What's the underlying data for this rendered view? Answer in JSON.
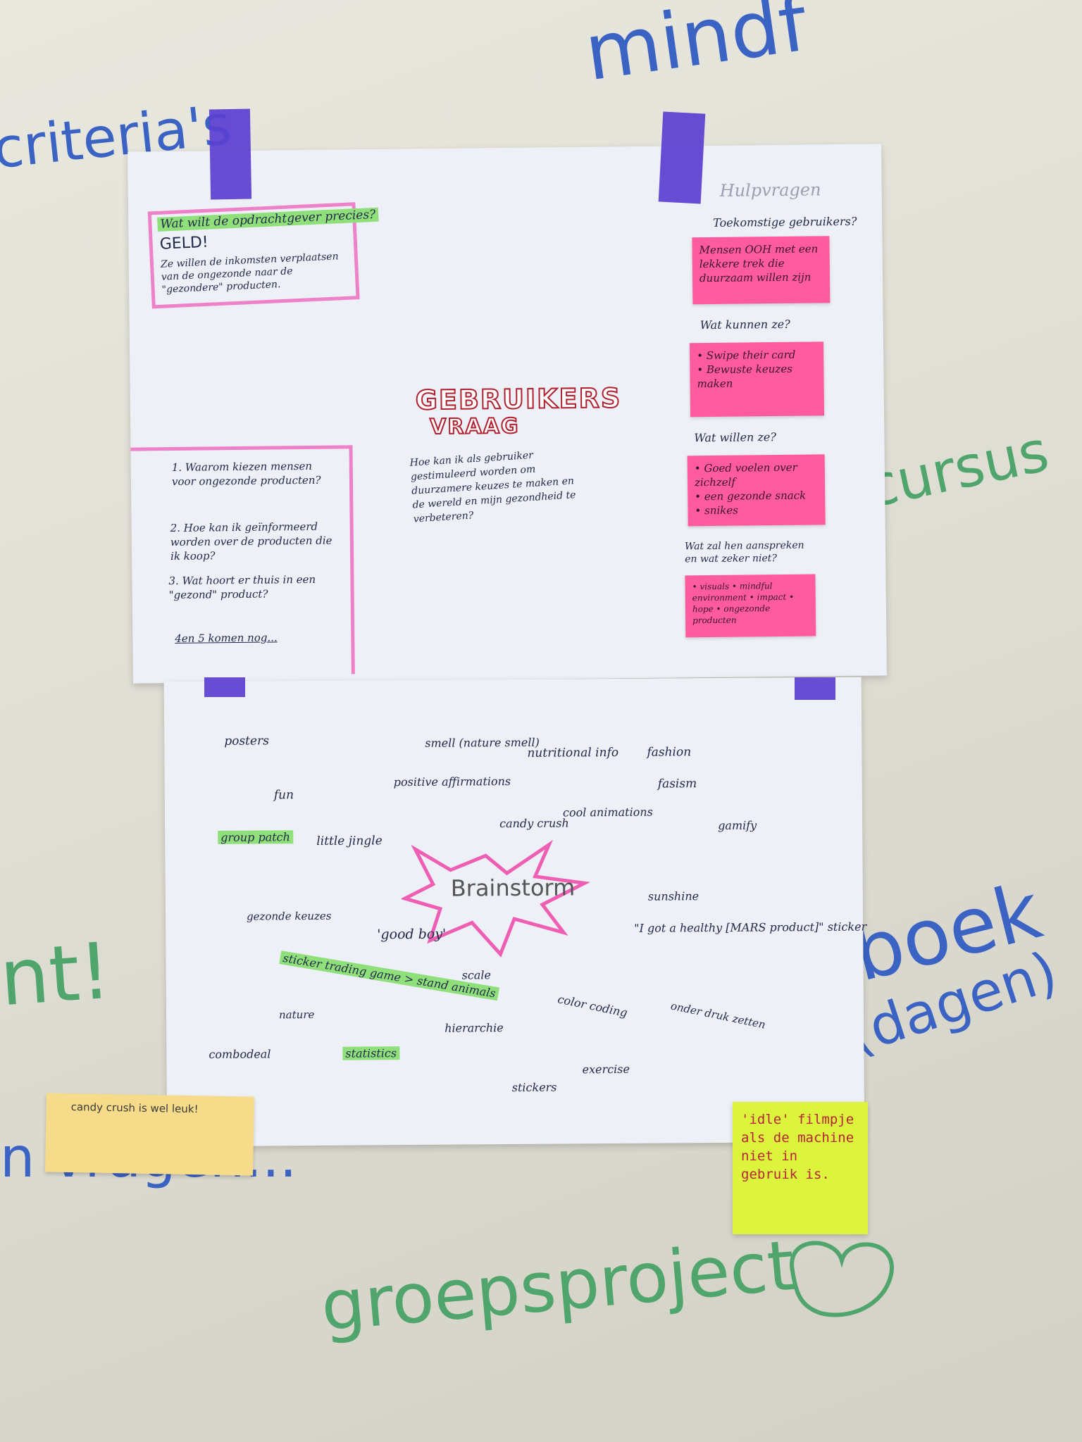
{
  "board": {
    "top_word": "mindf",
    "left_criteria": "criteria's",
    "right_word": "cursus",
    "bottom_left": "n vragen...",
    "left_exclaim": "nt!",
    "right_book": "boek",
    "right_dagen": "(dagen)",
    "bottom_project": "groepsproject"
  },
  "poster_top": {
    "client_box": {
      "question": "Wat wilt de opdrachtgever precies?",
      "answer": "GELD!",
      "note": "Ze willen de inkomsten verplaatsen van de ongezonde naar de \"gezondere\" producten."
    },
    "title_line1": "GEBRUIKERS",
    "title_line2": "VRAAG",
    "user_question": "Hoe kan ik als gebruiker gestimuleerd worden om duurzamere keuzes te maken en de wereld en mijn gezondheid te verbeteren?",
    "questions": [
      "1. Waarom kiezen mensen voor ongezonde producten?",
      "2. Hoe kan ik geïnformeerd worden over de producten die ik koop?",
      "3. Wat hoort er thuis in een \"gezond\" product?",
      "4en 5 komen nog..."
    ],
    "helper_title": "Hulpvragen",
    "helper_q1": "Toekomstige gebruikers?",
    "note1": "Mensen OOH met een lekkere trek die duurzaam willen zijn",
    "helper_q2": "Wat kunnen ze?",
    "note2": "• Swipe their card\n• Bewuste keuzes maken",
    "helper_q3": "Wat willen ze?",
    "note3": "• Goed voelen over zichzelf\n• een gezonde snack\n• snikes",
    "helper_q4": "Wat zal hen aanspreken en wat zeker niet?",
    "note4": "• visuals • mindful environment • impact • hope • ongezonde producten"
  },
  "poster_bottom": {
    "center": "Brainstorm",
    "words": [
      "posters",
      "smell (nature smell)",
      "nutritional info",
      "fashion",
      "positive affirmations",
      "fasism",
      "fun",
      "cool animations",
      "candy crush",
      "gamify",
      "group patch",
      "little jingle",
      "sunshine",
      "gezonde keuzes",
      "'good boy'",
      "\"I got a healthy [MARS product]\" sticker",
      "sticker trading game > stand animals",
      "scale",
      "color coding",
      "nature",
      "onder druk zetten",
      "hierarchie",
      "combodeal",
      "statistics",
      "exercise",
      "stickers"
    ]
  },
  "sticky_yellow": "candy crush is wel leuk!",
  "sticky_lime": "'idle' filmpje als de machine niet in gebruik is."
}
